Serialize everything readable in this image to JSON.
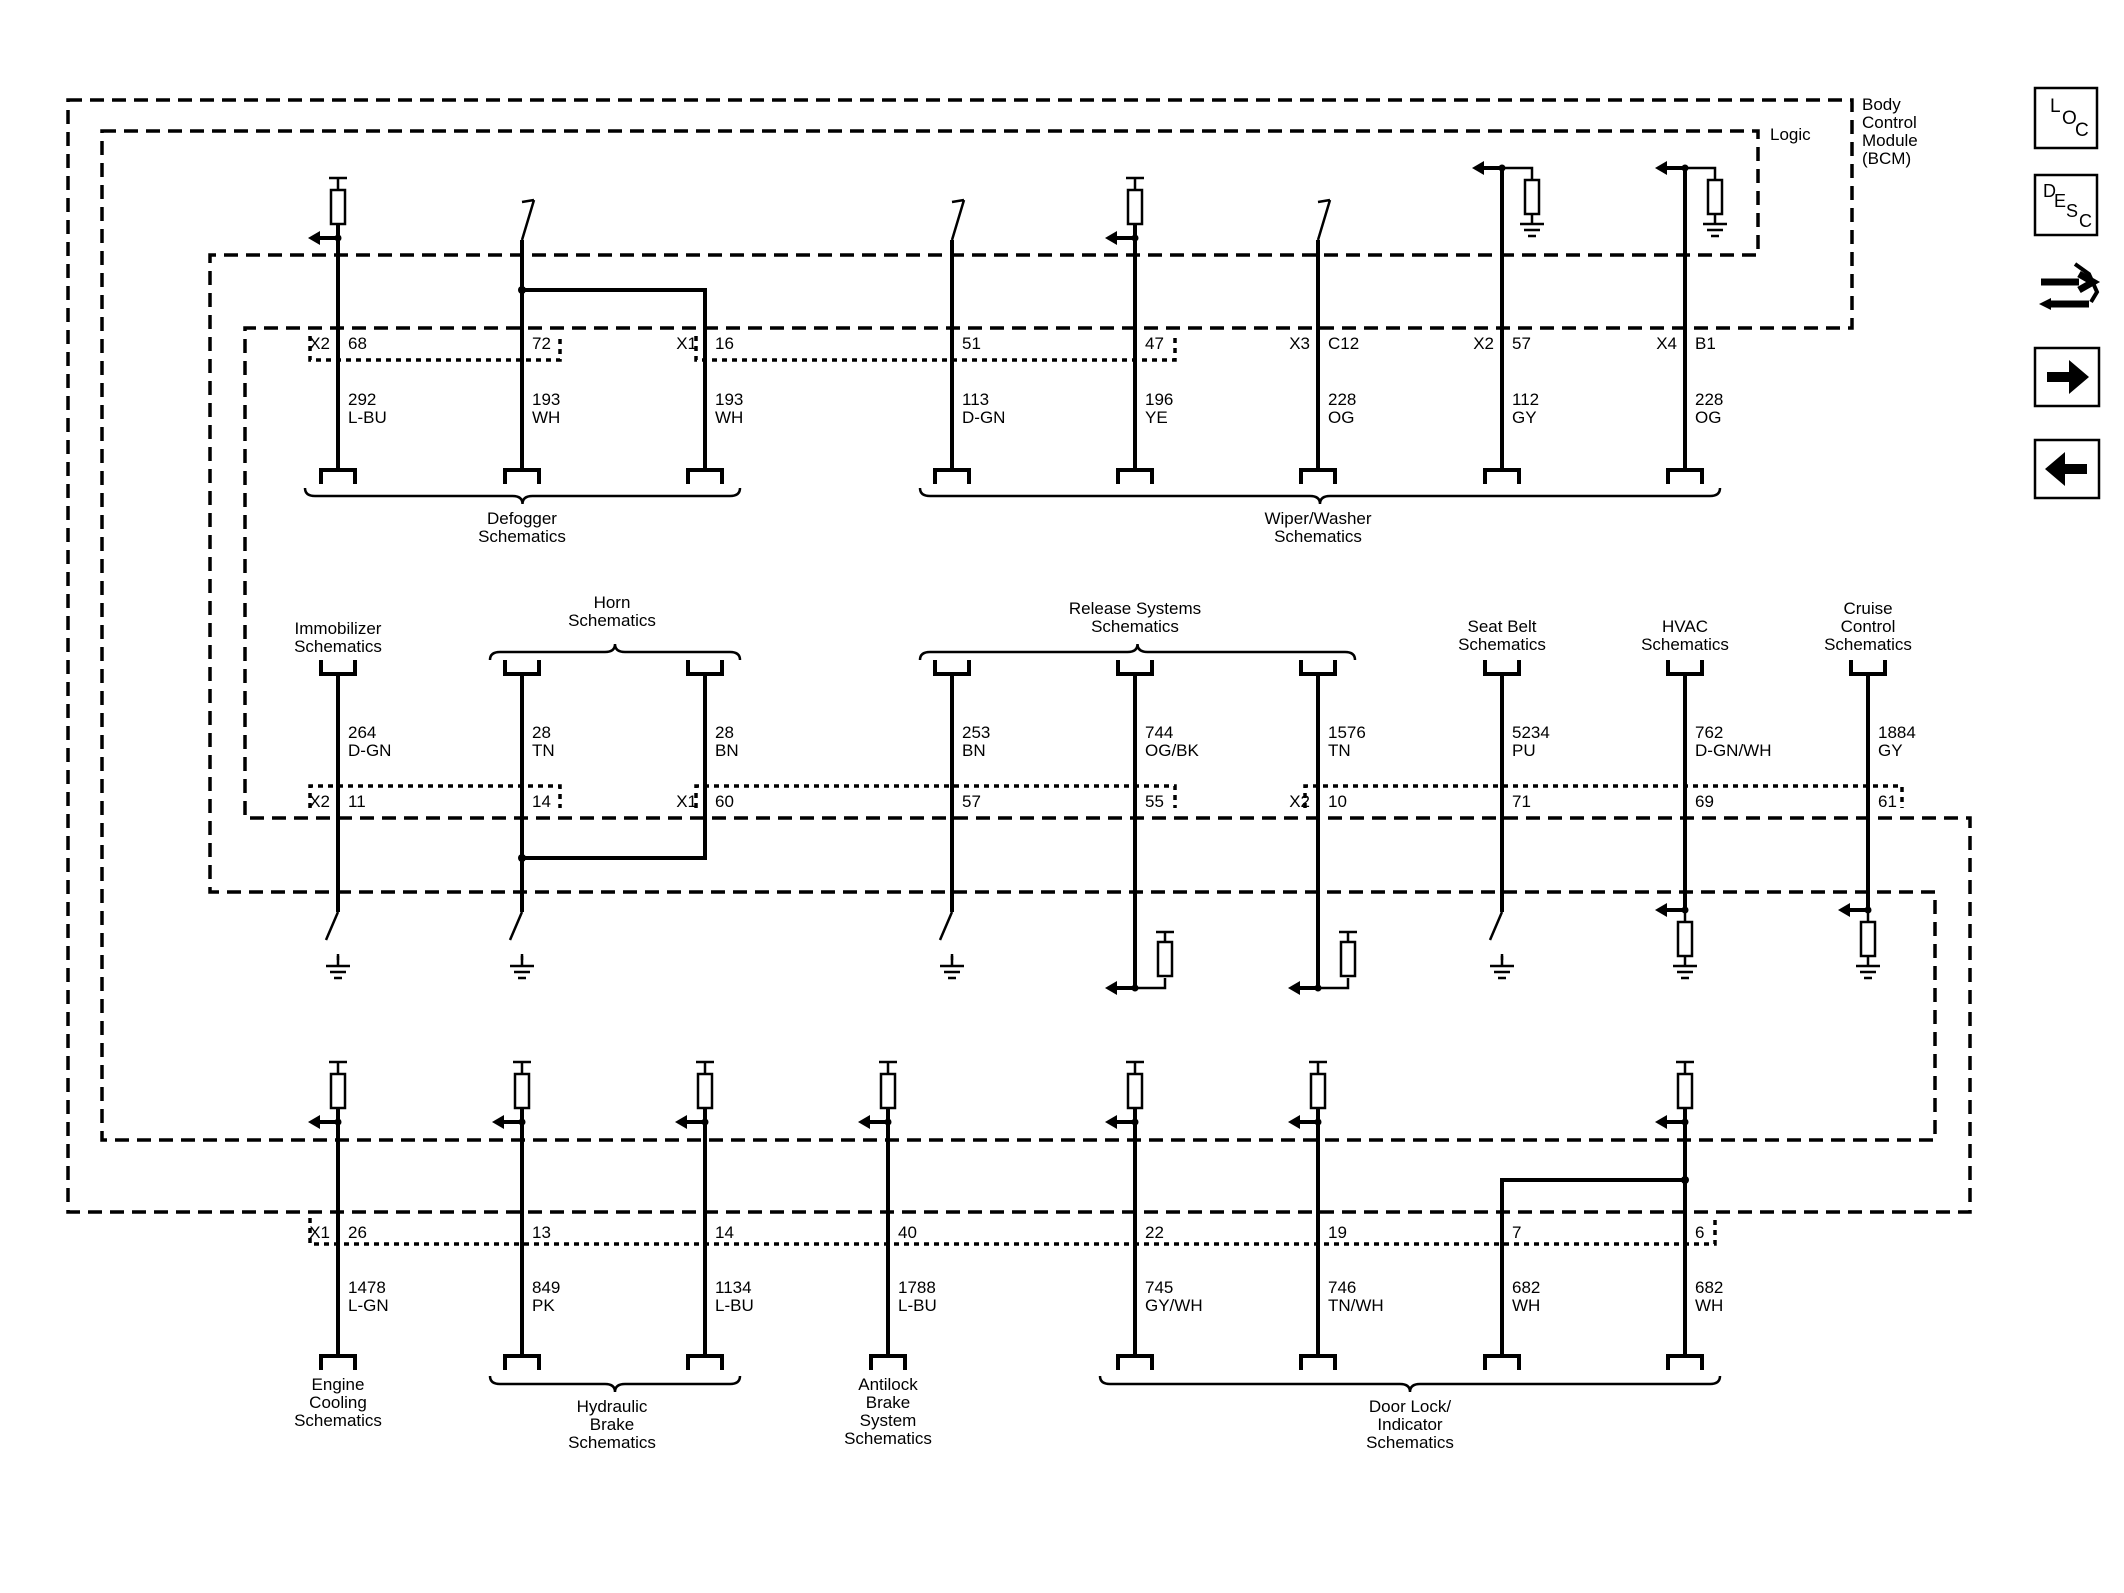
{
  "module": {
    "name": [
      "Body",
      "Control",
      "Module",
      "(BCM)"
    ],
    "logic_label": "Logic"
  },
  "nav": {
    "loc": [
      "L",
      "O",
      "C"
    ],
    "desc": [
      "D",
      "E",
      "S",
      "C"
    ]
  },
  "circuits": [
    {
      "key": "r1-68",
      "row": 1,
      "col": 0,
      "conn": "X2",
      "pin": "68",
      "circuit": "292",
      "color": "L-BU",
      "term": "pullup-out"
    },
    {
      "key": "r1-72",
      "row": 1,
      "col": 1,
      "conn": "",
      "pin": "72",
      "circuit": "193",
      "color": "WH",
      "term": "switch"
    },
    {
      "key": "r1-16",
      "row": 1,
      "col": 2,
      "conn": "X1",
      "pin": "16",
      "circuit": "193",
      "color": "WH",
      "term": "none"
    },
    {
      "key": "r1-51",
      "row": 1,
      "col": 3,
      "conn": "",
      "pin": "51",
      "circuit": "113",
      "color": "D-GN",
      "term": "switch"
    },
    {
      "key": "r1-47",
      "row": 1,
      "col": 4,
      "conn": "",
      "pin": "47",
      "circuit": "196",
      "color": "YE",
      "term": "pullup-out"
    },
    {
      "key": "r1-C12",
      "row": 1,
      "col": 5,
      "conn": "X3",
      "pin": "C12",
      "circuit": "228",
      "color": "OG",
      "term": "switch"
    },
    {
      "key": "r1-57",
      "row": 1,
      "col": 6,
      "conn": "X2",
      "pin": "57",
      "circuit": "112",
      "color": "GY",
      "term": "pulldown-out"
    },
    {
      "key": "r1-B1",
      "row": 1,
      "col": 7,
      "conn": "X4",
      "pin": "B1",
      "circuit": "228",
      "color": "OG",
      "term": "pulldown-out"
    },
    {
      "key": "r2-11",
      "row": 2,
      "col": 0,
      "conn": "X2",
      "pin": "11",
      "circuit": "264",
      "color": "D-GN",
      "term": "switch-ground"
    },
    {
      "key": "r2-14",
      "row": 2,
      "col": 1,
      "conn": "",
      "pin": "14",
      "circuit": "28",
      "color": "TN",
      "term": "switch-ground"
    },
    {
      "key": "r2-60",
      "row": 2,
      "col": 2,
      "conn": "X1",
      "pin": "60",
      "circuit": "28",
      "color": "BN",
      "term": "none"
    },
    {
      "key": "r2-57",
      "row": 2,
      "col": 3,
      "conn": "",
      "pin": "57",
      "circuit": "253",
      "color": "BN",
      "term": "switch-ground"
    },
    {
      "key": "r2-55",
      "row": 2,
      "col": 4,
      "conn": "",
      "pin": "55",
      "circuit": "744",
      "color": "OG/BK",
      "term": "pullup-side"
    },
    {
      "key": "r2-10",
      "row": 2,
      "col": 5,
      "conn": "X2",
      "pin": "10",
      "circuit": "1576",
      "color": "TN",
      "term": "pullup-side"
    },
    {
      "key": "r2-71",
      "row": 2,
      "col": 6,
      "conn": "",
      "pin": "71",
      "circuit": "5234",
      "color": "PU",
      "term": "switch-ground"
    },
    {
      "key": "r2-69",
      "row": 2,
      "col": 7,
      "conn": "",
      "pin": "69",
      "circuit": "762",
      "color": "D-GN/WH",
      "term": "pulldown-ground"
    },
    {
      "key": "r2-61",
      "row": 2,
      "col": 8,
      "conn": "",
      "pin": "61",
      "circuit": "1884",
      "color": "GY",
      "term": "pulldown-ground"
    },
    {
      "key": "r3-26",
      "row": 3,
      "col": 0,
      "conn": "X1",
      "pin": "26",
      "circuit": "1478",
      "color": "L-GN",
      "term": "pullup-out"
    },
    {
      "key": "r3-13",
      "row": 3,
      "col": 1,
      "conn": "",
      "pin": "13",
      "circuit": "849",
      "color": "PK",
      "term": "pullup-out"
    },
    {
      "key": "r3-14",
      "row": 3,
      "col": 2,
      "conn": "",
      "pin": "14",
      "circuit": "1134",
      "color": "L-BU",
      "term": "pullup-out"
    },
    {
      "key": "r3-40",
      "row": 3,
      "col": 3,
      "conn": "",
      "pin": "40",
      "circuit": "1788",
      "color": "L-BU",
      "term": "pullup-out"
    },
    {
      "key": "r3-22",
      "row": 3,
      "col": 4,
      "conn": "",
      "pin": "22",
      "circuit": "745",
      "color": "GY/WH",
      "term": "pullup-out"
    },
    {
      "key": "r3-19",
      "row": 3,
      "col": 5,
      "conn": "",
      "pin": "19",
      "circuit": "746",
      "color": "TN/WH",
      "term": "pullup-out"
    },
    {
      "key": "r3-7",
      "row": 3,
      "col": 6,
      "conn": "",
      "pin": "7",
      "circuit": "682",
      "color": "WH",
      "term": "none"
    },
    {
      "key": "r3-6",
      "row": 3,
      "col": 7,
      "conn": "",
      "pin": "6",
      "circuit": "682",
      "color": "WH",
      "term": "pullup-out"
    }
  ],
  "groups": [
    {
      "key": "defogger",
      "label": [
        "Defogger",
        "Schematics"
      ]
    },
    {
      "key": "wiper",
      "label": [
        "Wiper/Washer",
        "Schematics"
      ]
    },
    {
      "key": "immobilizer",
      "label": [
        "Immobilizer",
        "Schematics"
      ]
    },
    {
      "key": "horn",
      "label": [
        "Horn",
        "Schematics"
      ]
    },
    {
      "key": "release",
      "label": [
        "Release Systems",
        "Schematics"
      ]
    },
    {
      "key": "seatbelt",
      "label": [
        "Seat Belt",
        "Schematics"
      ]
    },
    {
      "key": "hvac",
      "label": [
        "HVAC",
        "Schematics"
      ]
    },
    {
      "key": "cruise",
      "label": [
        "Cruise",
        "Control",
        "Schematics"
      ]
    },
    {
      "key": "engine",
      "label": [
        "Engine",
        "Cooling",
        "Schematics"
      ]
    },
    {
      "key": "hydraulic",
      "label": [
        "Hydraulic",
        "Brake",
        "Schematics"
      ]
    },
    {
      "key": "antilock",
      "label": [
        "Antilock",
        "Brake",
        "System",
        "Schematics"
      ]
    },
    {
      "key": "doorlock",
      "label": [
        "Door Lock/",
        "Indicator",
        "Schematics"
      ]
    }
  ]
}
